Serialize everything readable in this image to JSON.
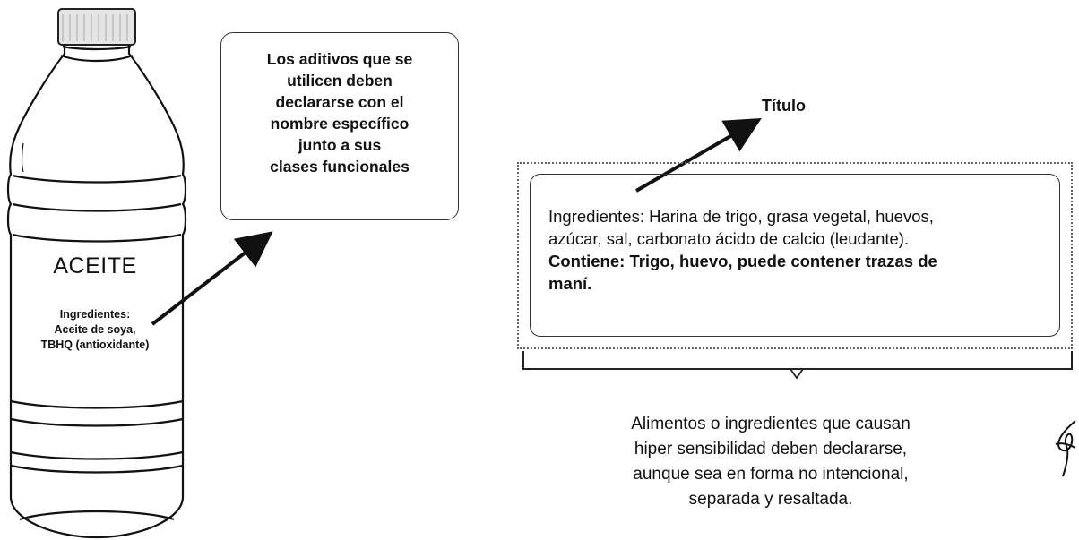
{
  "bottle": {
    "brand": "ACEITE",
    "ingredients_lines": [
      "Ingredientes:",
      "Aceite de soya,",
      "TBHQ (antioxidante)"
    ]
  },
  "callout": {
    "lines": [
      "Los aditivos que se",
      "utilicen deben",
      "declararse con el",
      "nombre específico",
      "junto a sus",
      "clases funcionales"
    ]
  },
  "label": {
    "title": "Título",
    "ingredients_lines": [
      "Ingredientes: Harina de trigo, grasa vegetal, huevos,",
      "azúcar, sal, carbonato ácido de calcio (leudante)."
    ],
    "contains_lines": [
      "Contiene: Trigo, huevo, puede contener trazas de",
      "maní."
    ]
  },
  "note": {
    "lines": [
      "Alimentos o ingredientes que causan",
      "hiper sensibilidad deben declararse,",
      "aunque sea en forma no intencional,",
      "separada y resaltada."
    ]
  }
}
